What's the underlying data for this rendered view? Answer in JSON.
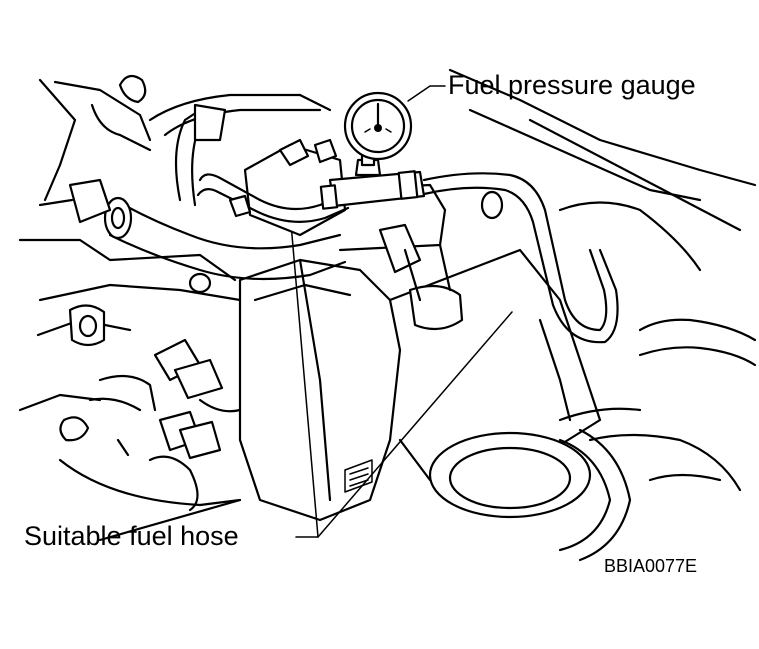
{
  "labels": {
    "fuel_pressure_gauge": "Fuel pressure gauge",
    "suitable_fuel_hose": "Suitable fuel hose",
    "figure_code": "BBIA0077E"
  },
  "colors": {
    "line": "#000000",
    "background": "#ffffff"
  }
}
